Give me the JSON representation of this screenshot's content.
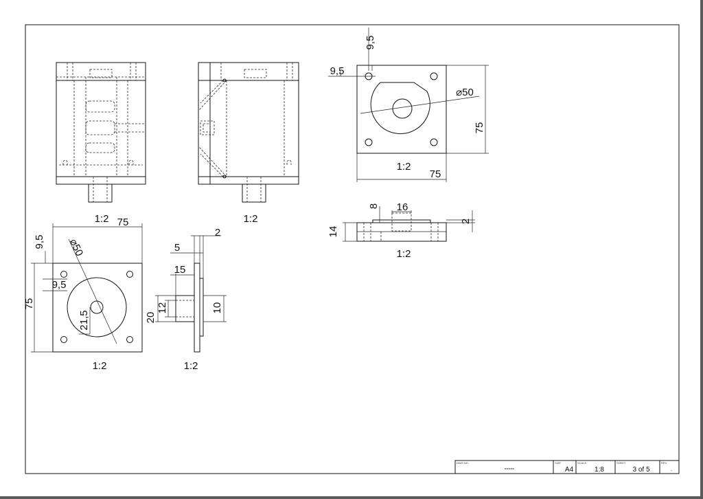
{
  "views": [
    {
      "id": "front-view",
      "scale": "1:2"
    },
    {
      "id": "side-view",
      "scale": "1:2"
    },
    {
      "id": "top-view",
      "scale": "1:2",
      "dims": {
        "hole_offset_v": "9,5",
        "hole_offset_h": "9,5",
        "diameter": "⌀50",
        "height": "75",
        "width": "75"
      }
    },
    {
      "id": "section-view",
      "scale": "1:2",
      "dims": {
        "top_thk": "8",
        "boss": "16",
        "height": "14",
        "step": "2"
      }
    },
    {
      "id": "plate-view",
      "scale": "1:2",
      "dims": {
        "width": "75",
        "hole_offset_v": "9,5",
        "diameter": "⌀50",
        "height": "75",
        "hole_offset_h": "9,5",
        "boss_offset": "21,5"
      }
    },
    {
      "id": "profile-view",
      "scale": "1:2",
      "dims": {
        "top": "2",
        "offset": "5",
        "length": "15",
        "shaft": "20",
        "bore": "12",
        "flange": "10"
      }
    }
  ],
  "title_block": {
    "dwg_no_label": "DWG NO.",
    "dwg_no": "=====",
    "size_label": "SIZE",
    "size": "A4",
    "scale_label": "SCALE",
    "scale": "1:8",
    "sheet_label": "SHEET",
    "sheet": "3 of 5",
    "rev_label": "REV",
    "rev": "-"
  }
}
